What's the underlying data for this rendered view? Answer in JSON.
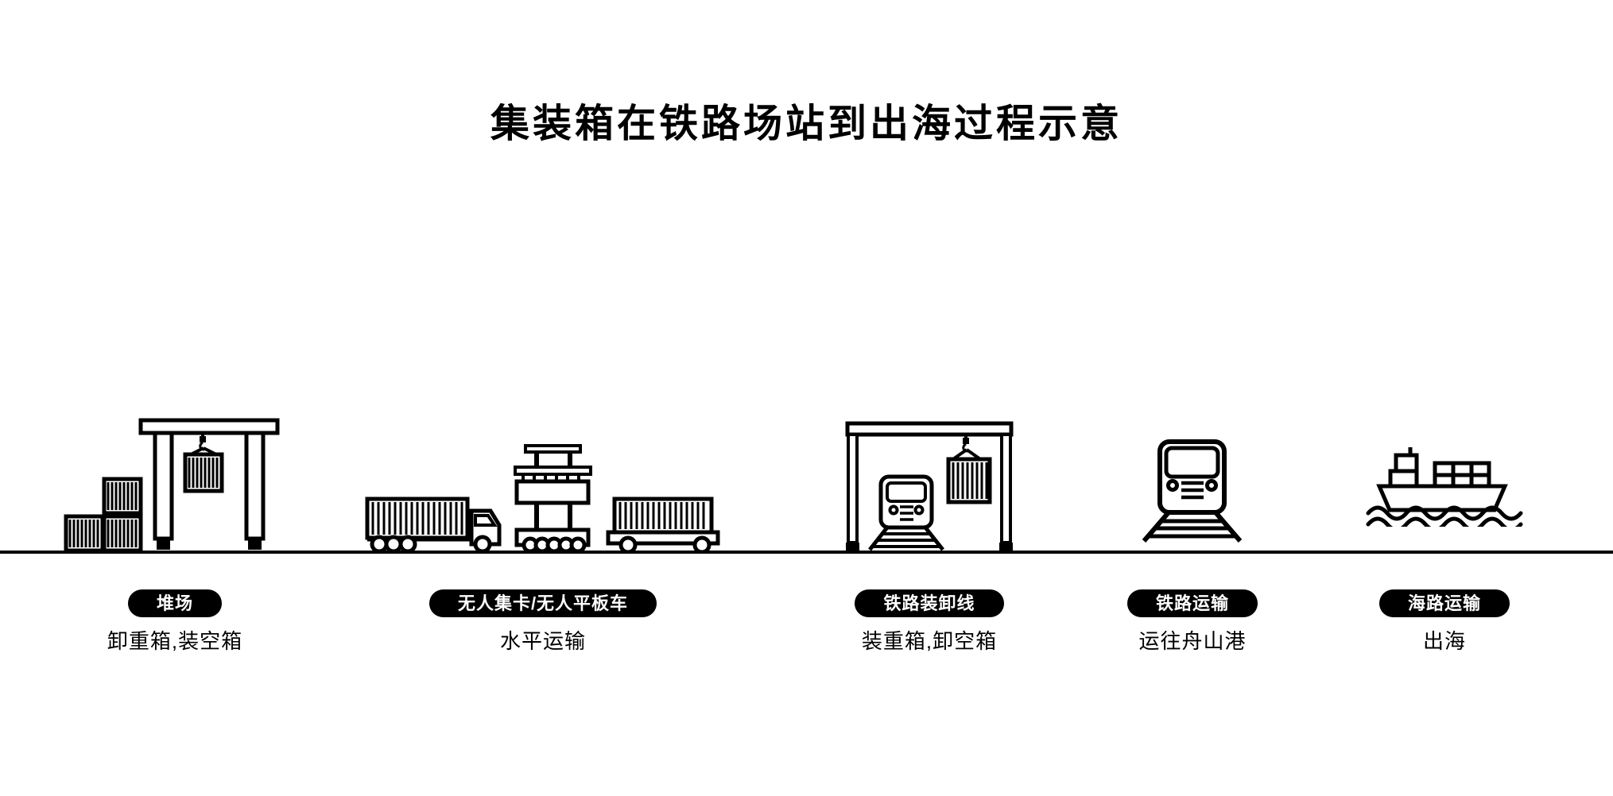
{
  "page": {
    "background": "#ffffff",
    "ink": "#000000"
  },
  "title": "集装箱在铁路场站到出海过程示意",
  "ground_line": {
    "color": "#000000"
  },
  "stations": [
    {
      "id": "yard",
      "icon": "gantry-crane-yard-icon",
      "label": "堆场",
      "subtitle": "卸重箱,装空箱"
    },
    {
      "id": "horizontal-transport",
      "icon": "unmanned-truck-flatbed-icon",
      "label": "无人集卡/无人平板车",
      "subtitle": "水平运输"
    },
    {
      "id": "rail-loading-line",
      "icon": "rail-gantry-train-icon",
      "label": "铁路装卸线",
      "subtitle": "装重箱,卸空箱"
    },
    {
      "id": "rail-transport",
      "icon": "train-front-icon",
      "label": "铁路运输",
      "subtitle": "运往舟山港"
    },
    {
      "id": "sea-transport",
      "icon": "container-ship-icon",
      "label": "海路运输",
      "subtitle": "出海"
    }
  ]
}
